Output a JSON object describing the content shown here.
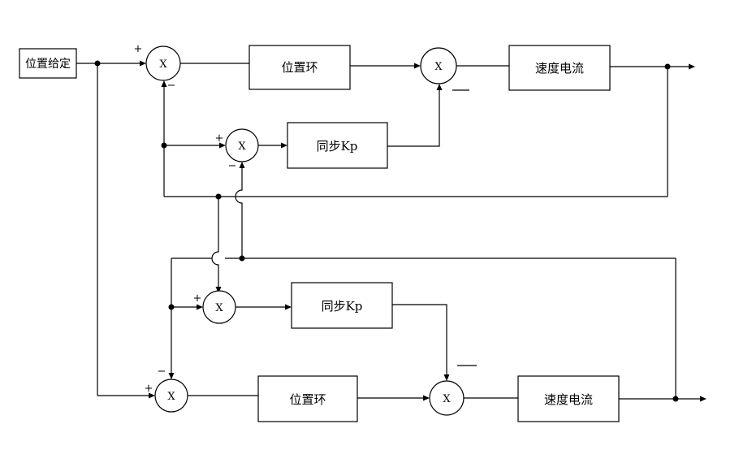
{
  "diagram": {
    "input_label": "位置给定",
    "top": {
      "position_loop": "位置环",
      "speed_current": "速度电流",
      "sync_kp": "同步Kp",
      "sum1": "X",
      "sum2": "X",
      "sum3": "X"
    },
    "bottom": {
      "position_loop": "位置环",
      "speed_current": "速度电流",
      "sync_kp": "同步Kp",
      "sum1": "X",
      "sum2": "X",
      "sum3": "X"
    },
    "signs": {
      "plus": "+",
      "minus": "−"
    }
  }
}
